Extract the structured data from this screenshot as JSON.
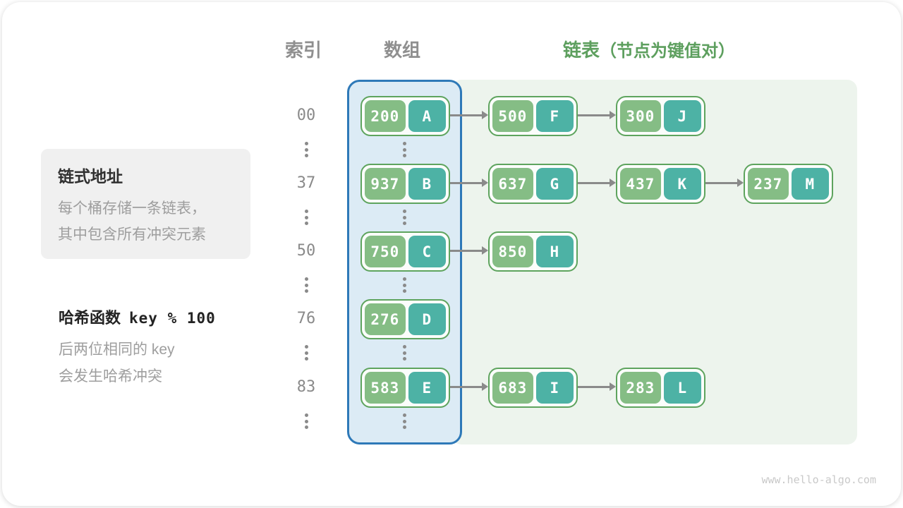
{
  "header": {
    "index": "索引",
    "array": "数组",
    "list": "链表",
    "list_note": "（节点为键值对）"
  },
  "info_card": {
    "title": "链式地址",
    "lines": [
      "每个桶存储一条链表，",
      "其中包含所有冲突元素"
    ]
  },
  "hash_block": {
    "label": "哈希函数",
    "formula": "key % 100",
    "lines": [
      "后两位相同的 key",
      "会发生哈希冲突"
    ]
  },
  "watermark": "www.hello-algo.com",
  "table": {
    "rows": [
      {
        "index": "00",
        "bucket": {
          "key": "200",
          "value": "A"
        },
        "chain": [
          {
            "key": "500",
            "value": "F"
          },
          {
            "key": "300",
            "value": "J"
          }
        ]
      },
      {
        "index": "37",
        "bucket": {
          "key": "937",
          "value": "B"
        },
        "chain": [
          {
            "key": "637",
            "value": "G"
          },
          {
            "key": "437",
            "value": "K"
          },
          {
            "key": "237",
            "value": "M"
          }
        ]
      },
      {
        "index": "50",
        "bucket": {
          "key": "750",
          "value": "C"
        },
        "chain": [
          {
            "key": "850",
            "value": "H"
          }
        ]
      },
      {
        "index": "76",
        "bucket": {
          "key": "276",
          "value": "D"
        },
        "chain": []
      },
      {
        "index": "83",
        "bucket": {
          "key": "583",
          "value": "E"
        },
        "chain": [
          {
            "key": "683",
            "value": "I"
          },
          {
            "key": "283",
            "value": "L"
          }
        ]
      }
    ]
  },
  "colors": {
    "key_green": "#85bd85",
    "value_teal": "#4db2a5",
    "node_border": "#5ea45e",
    "array_bg": "#dcebf5",
    "array_border": "#2e79b8",
    "list_bg": "#edf4ed",
    "arrow_gray": "#8a8a8a",
    "header_gray": "#8f8f8f",
    "header_green": "#5d9f5e"
  }
}
